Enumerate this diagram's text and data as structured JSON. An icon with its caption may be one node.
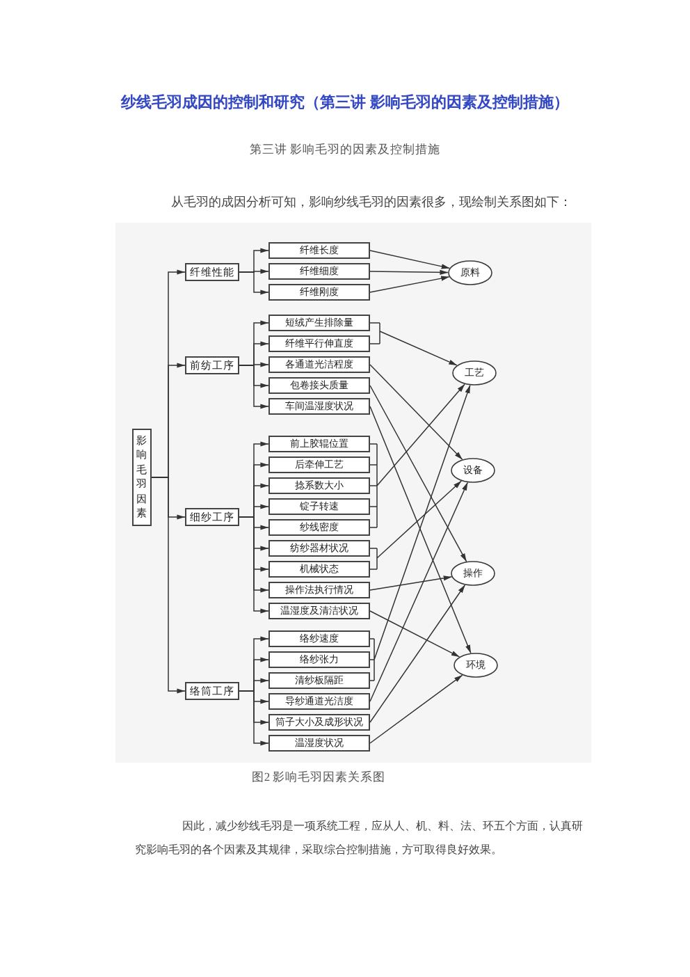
{
  "diagram": {
    "title": "纱线毛羽成因的控制和研究（第三讲 影响毛羽的因素及控制措施）",
    "caption": "图2 影响毛羽因素关系图",
    "nodes": [
      {
        "text": [
          "影响毛羽因素"
        ]
      },
      {
        "text": [
          "纤维性能"
        ]
      },
      {
        "text": [
          "纤维长度"
        ]
      },
      {
        "text": [
          "纤维细度"
        ]
      },
      {
        "text": [
          "纤维刚度"
        ]
      },
      {
        "text": [
          "前纺工序"
        ]
      },
      {
        "text": [
          "短绒产生排除量"
        ]
      },
      {
        "text": [
          "纤维平行伸直度"
        ]
      },
      {
        "text": [
          "各通道光洁程度"
        ]
      },
      {
        "text": [
          "包卷接头质量"
        ]
      },
      {
        "text": [
          "车间温湿度状况"
        ]
      },
      {
        "text": [
          "细纱工序"
        ]
      },
      {
        "text": [
          "前上胶辊位置"
        ]
      },
      {
        "text": [
          "后牵伸工艺"
        ]
      },
      {
        "text": [
          "捻系数大小"
        ]
      },
      {
        "text": [
          "锭子转速"
        ]
      },
      {
        "text": [
          "纱线密度"
        ]
      },
      {
        "text": [
          "纺纱器材状况"
        ]
      },
      {
        "text": [
          "机械状态"
        ]
      },
      {
        "text": [
          "操作法执行情况"
        ]
      },
      {
        "text": [
          "温湿度及清洁状况"
        ]
      },
      {
        "text": [
          "络筒工序"
        ]
      },
      {
        "text": [
          "络纱速度"
        ]
      },
      {
        "text": [
          "络纱张力"
        ]
      },
      {
        "text": [
          "清纱板隔距"
        ]
      },
      {
        "text": [
          "导纱通道光洁度"
        ]
      },
      {
        "text": [
          "筒子大小及成形状况"
        ]
      },
      {
        "text": [
          "温湿度状况"
        ]
      },
      {
        "text": [
          "原料"
        ]
      },
      {
        "text": [
          "工艺"
        ]
      },
      {
        "text": [
          "设备"
        ]
      },
      {
        "text": [
          "操作"
        ]
      },
      {
        "text": [
          "环境"
        ]
      }
    ],
    "edges": [
      {
        "from": 0,
        "to": 1,
        "arrow": "to"
      },
      {
        "from": 0,
        "to": 5,
        "arrow": "to"
      },
      {
        "from": 0,
        "to": 11,
        "arrow": "to"
      },
      {
        "from": 0,
        "to": 21,
        "arrow": "to"
      },
      {
        "from": 1,
        "to": 2,
        "arrow": "to"
      },
      {
        "from": 1,
        "to": 3,
        "arrow": "to"
      },
      {
        "from": 1,
        "to": 4,
        "arrow": "to"
      },
      {
        "from": 5,
        "to": 6,
        "arrow": "to"
      },
      {
        "from": 5,
        "to": 7,
        "arrow": "to"
      },
      {
        "from": 5,
        "to": 8,
        "arrow": "to"
      },
      {
        "from": 5,
        "to": 9,
        "arrow": "to"
      },
      {
        "from": 5,
        "to": 10,
        "arrow": "to"
      },
      {
        "from": 11,
        "to": 12,
        "arrow": "to"
      },
      {
        "from": 11,
        "to": 13,
        "arrow": "to"
      },
      {
        "from": 11,
        "to": 14,
        "arrow": "to"
      },
      {
        "from": 11,
        "to": 15,
        "arrow": "to"
      },
      {
        "from": 11,
        "to": 16,
        "arrow": "to"
      },
      {
        "from": 11,
        "to": 17,
        "arrow": "to"
      },
      {
        "from": 11,
        "to": 18,
        "arrow": "to"
      },
      {
        "from": 11,
        "to": 19,
        "arrow": "to"
      },
      {
        "from": 11,
        "to": 20,
        "arrow": "to"
      },
      {
        "from": 21,
        "to": 22,
        "arrow": "to"
      },
      {
        "from": 21,
        "to": 23,
        "arrow": "to"
      },
      {
        "from": 21,
        "to": 24,
        "arrow": "to"
      },
      {
        "from": 21,
        "to": 25,
        "arrow": "to"
      },
      {
        "from": 21,
        "to": 26,
        "arrow": "to"
      },
      {
        "from": 21,
        "to": 27,
        "arrow": "to"
      },
      {
        "from": 2,
        "to": 28,
        "arrow": "to"
      },
      {
        "from": 3,
        "to": 28,
        "arrow": "to"
      },
      {
        "from": 4,
        "to": 28,
        "arrow": "to"
      },
      {
        "from": 6,
        "to": 29,
        "arrow": "to"
      },
      {
        "from": 7,
        "to": 29,
        "arrow": "to"
      },
      {
        "from": 8,
        "to": 30,
        "arrow": "to"
      },
      {
        "from": 9,
        "to": 31,
        "arrow": "to"
      },
      {
        "from": 10,
        "to": 32,
        "arrow": "to"
      },
      {
        "from": 12,
        "to": 29,
        "arrow": "to"
      },
      {
        "from": 13,
        "to": 29,
        "arrow": "to"
      },
      {
        "from": 14,
        "to": 29,
        "arrow": "to"
      },
      {
        "from": 15,
        "to": 29,
        "arrow": "to"
      },
      {
        "from": 16,
        "to": 29,
        "arrow": "to"
      },
      {
        "from": 17,
        "to": 30,
        "arrow": "to"
      },
      {
        "from": 18,
        "to": 30,
        "arrow": "to"
      },
      {
        "from": 19,
        "to": 31,
        "arrow": "to"
      },
      {
        "from": 20,
        "to": 32,
        "arrow": "to"
      },
      {
        "from": 22,
        "to": 29,
        "arrow": "to"
      },
      {
        "from": 23,
        "to": 29,
        "arrow": "to"
      },
      {
        "from": 24,
        "to": 29,
        "arrow": "to"
      },
      {
        "from": 25,
        "to": 30,
        "arrow": "to"
      },
      {
        "from": 26,
        "to": 31,
        "arrow": "to"
      },
      {
        "from": 27,
        "to": 32,
        "arrow": "to"
      }
    ],
    "labels": [
      "第三讲 影响毛羽的因素及控制措施",
      "从毛羽的成因分析可知，影响纱线毛羽的因素很多，现绘制关系图如下：",
      "因此，减少纱线毛羽是一项系统工程，应从人、机、料、法、环五个方面，认真研究影响毛羽的各个因素及其规律，采取综合控制措施，方可取得良好效果。"
    ]
  }
}
